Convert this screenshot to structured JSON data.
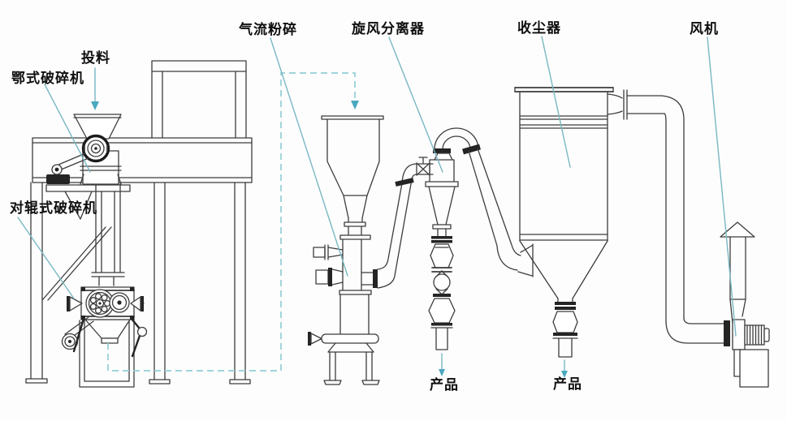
{
  "labels": {
    "feed": "投料",
    "jaw_crusher": "鄂式破碎机",
    "roller_crusher": "对辊式破碎机",
    "jet_mill": "气流粉碎",
    "cyclone_separator": "旋风分离器",
    "dust_collector": "收尘器",
    "fan": "风机",
    "product_cyclone": "产品",
    "product_dust": "产品"
  },
  "colors": {
    "line": "#3c3c3c",
    "flange": "#242424",
    "text": "#0f0f0f",
    "leader_line": "#79b7c3",
    "flow_dashed": "#92ced6",
    "arrow": "#4aa8c0",
    "background": "#fdfdfd"
  }
}
